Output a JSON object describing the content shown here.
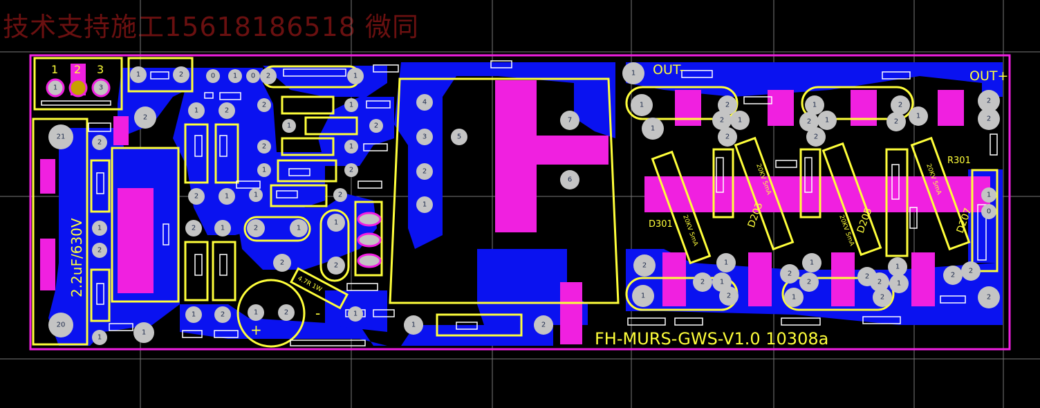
{
  "watermark": "技术支持施工15618186518 微同",
  "labels": {
    "out_minus": "OUT-",
    "out_plus": "OUT+",
    "r301": "R301",
    "d301": "D301",
    "d203": "D203",
    "d205": "D205",
    "d207": "D207",
    "cap_rating": "2.2uF/630V",
    "board_id": "FH-MURS-GWS-V1.0 10308a",
    "conn_1": "1",
    "conn_2": "2",
    "conn_3": "3",
    "res_value": "20KV 5mA",
    "small_res": "4.7R 1W",
    "cap_plus": "+",
    "cap_minus": "-",
    "pin21": "21",
    "pin20": "20"
  },
  "colors": {
    "background": "#000000",
    "copper": "#0a12f0",
    "pad_fill": "#c4c4c4",
    "silkscreen": "#ffff3a",
    "keepout": "#f020e0",
    "grid": "#7a7a7a",
    "watermark": "#6a1010"
  }
}
